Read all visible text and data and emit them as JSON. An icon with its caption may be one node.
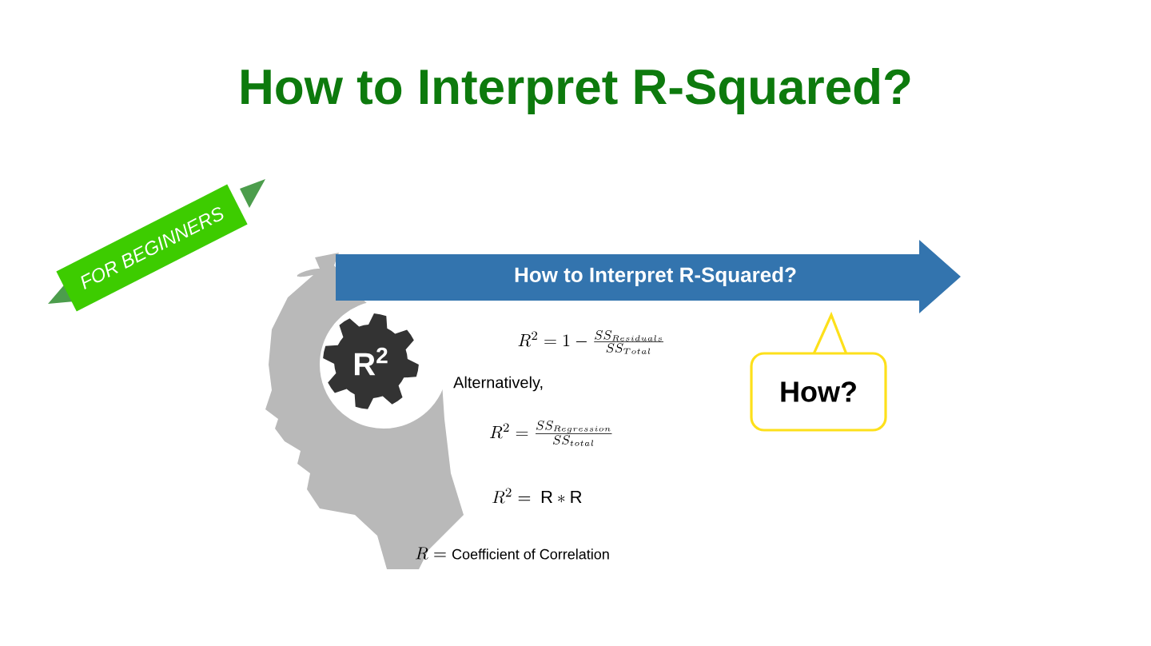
{
  "diagram": {
    "title": "How to Interpret R-Squared?",
    "nodes": [
      {
        "text": [
          "FOR BEGINNERS"
        ]
      },
      {
        "text": [
          "How to Interpret R-Squared?"
        ]
      },
      {
        "text": [
          "R$^{2}$"
        ]
      },
      {
        "text": [
          "How?"
        ]
      }
    ],
    "labels": [
      "R^{2} = 1 - \\frac{SS_{Residuals}}{SS_{Total}}",
      "Alternatively,",
      "R^{2} = \\frac{SS_{Regression}}{SS_{total}}",
      "R^{2} = \\ \\mathrm{R} * \\mathrm{R}",
      "R = \\textrm{\\small Coefficient of Correlation}"
    ]
  }
}
